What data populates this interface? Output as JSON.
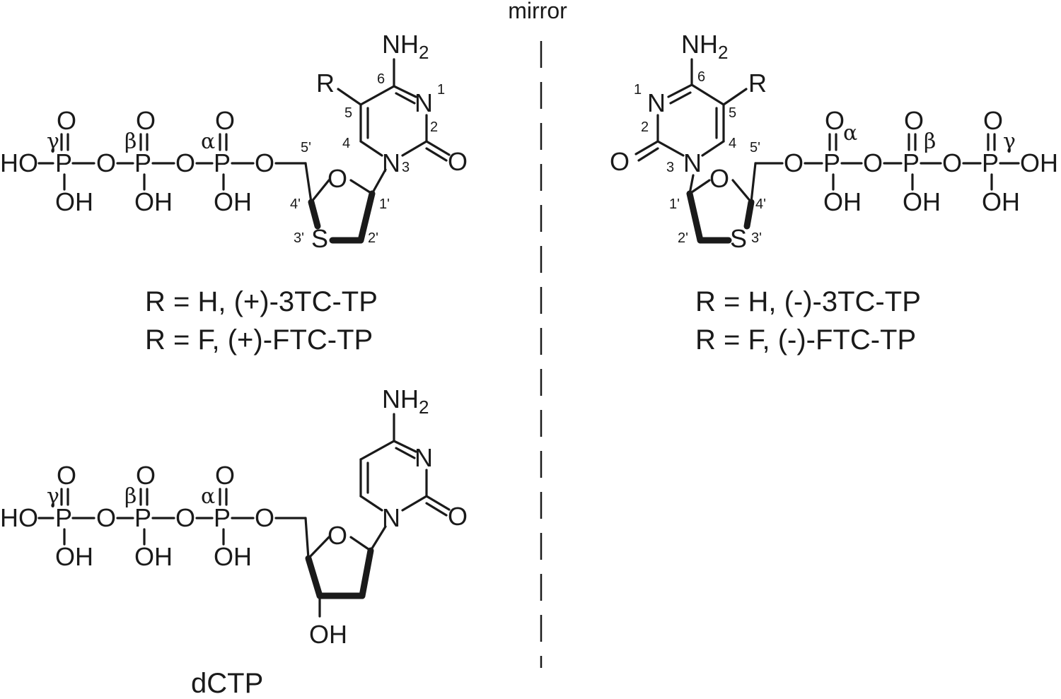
{
  "mirror_label": "mirror",
  "atoms": {
    "HO": "HO",
    "OH": "OH",
    "P": "P",
    "O": "O",
    "N": "N",
    "S": "S",
    "R": "R",
    "NH": "NH",
    "sub2": "2"
  },
  "greek": {
    "alpha": "α",
    "beta": "β",
    "gamma": "γ"
  },
  "positions": {
    "n1": "1",
    "n2": "2",
    "n3": "3",
    "n4": "4",
    "n5": "5",
    "n6": "6",
    "p1": "1'",
    "p2": "2'",
    "p3": "3'",
    "p4": "4'",
    "p5": "5'"
  },
  "captions": {
    "left_line1": "R = H, (+)-3TC-TP",
    "left_line2": "R = F, (+)-FTC-TP",
    "right_line1": "R = H, (-)-3TC-TP",
    "right_line2": "R = F, (-)-FTC-TP",
    "dctp": "dCTP"
  }
}
